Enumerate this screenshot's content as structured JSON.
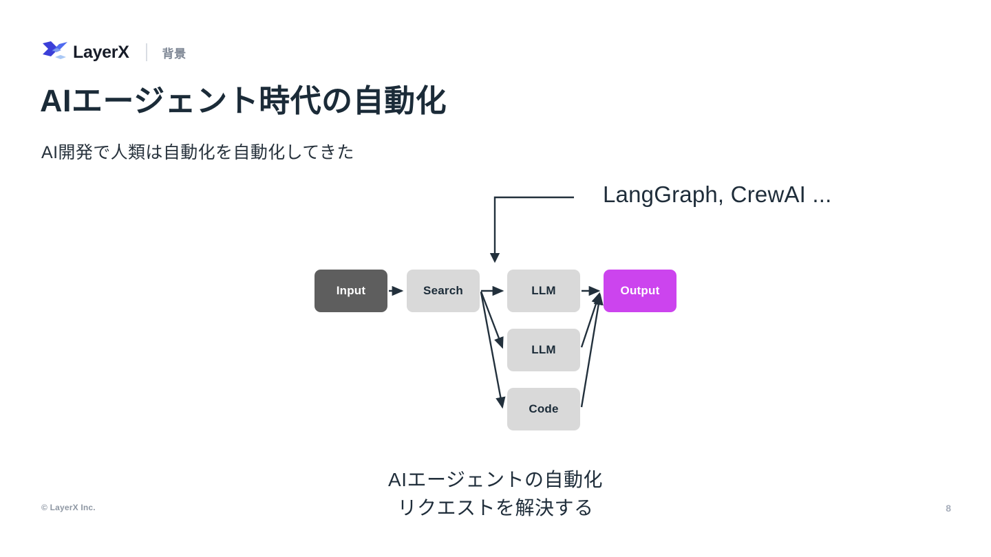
{
  "header": {
    "logo_word": "LayerX",
    "logo_icon": "layerx-logo-icon",
    "section_label": "背景"
  },
  "title": "AIエージェント時代の自動化",
  "subtitle": "AI開発で人類は自動化を自動化してきた",
  "diagram": {
    "annotation": "LangGraph, CrewAI ...",
    "nodes": [
      {
        "id": "input",
        "label": "Input",
        "color": "#5e5e5e",
        "text_color": "#ffffff"
      },
      {
        "id": "search",
        "label": "Search",
        "color": "#d9d9d9",
        "text_color": "#1b2b38"
      },
      {
        "id": "llm1",
        "label": "LLM",
        "color": "#d9d9d9",
        "text_color": "#1b2b38"
      },
      {
        "id": "llm2",
        "label": "LLM",
        "color": "#d9d9d9",
        "text_color": "#1b2b38"
      },
      {
        "id": "code",
        "label": "Code",
        "color": "#d9d9d9",
        "text_color": "#1b2b38"
      },
      {
        "id": "output",
        "label": "Output",
        "color": "#cc44ee",
        "text_color": "#ffffff"
      }
    ],
    "edges": [
      {
        "from": "input",
        "to": "search"
      },
      {
        "from": "search",
        "to": "llm1"
      },
      {
        "from": "search",
        "to": "llm2"
      },
      {
        "from": "search",
        "to": "code"
      },
      {
        "from": "llm1",
        "to": "output"
      },
      {
        "from": "llm2",
        "to": "output"
      },
      {
        "from": "code",
        "to": "output"
      },
      {
        "from": "annotation",
        "to": "llm1"
      }
    ]
  },
  "caption": {
    "line1": "AIエージェントの自動化",
    "line2": "リクエストを解決する"
  },
  "footer": {
    "copyright": "© LayerX Inc.",
    "page_number": "8"
  },
  "colors": {
    "brand_blue_dark": "#3b3fd8",
    "brand_blue_mid": "#4f6bf0",
    "brand_blue_light": "#a9c8f5",
    "ink": "#1b2b38",
    "muted": "#8e97a3",
    "accent_magenta": "#cc44ee"
  }
}
